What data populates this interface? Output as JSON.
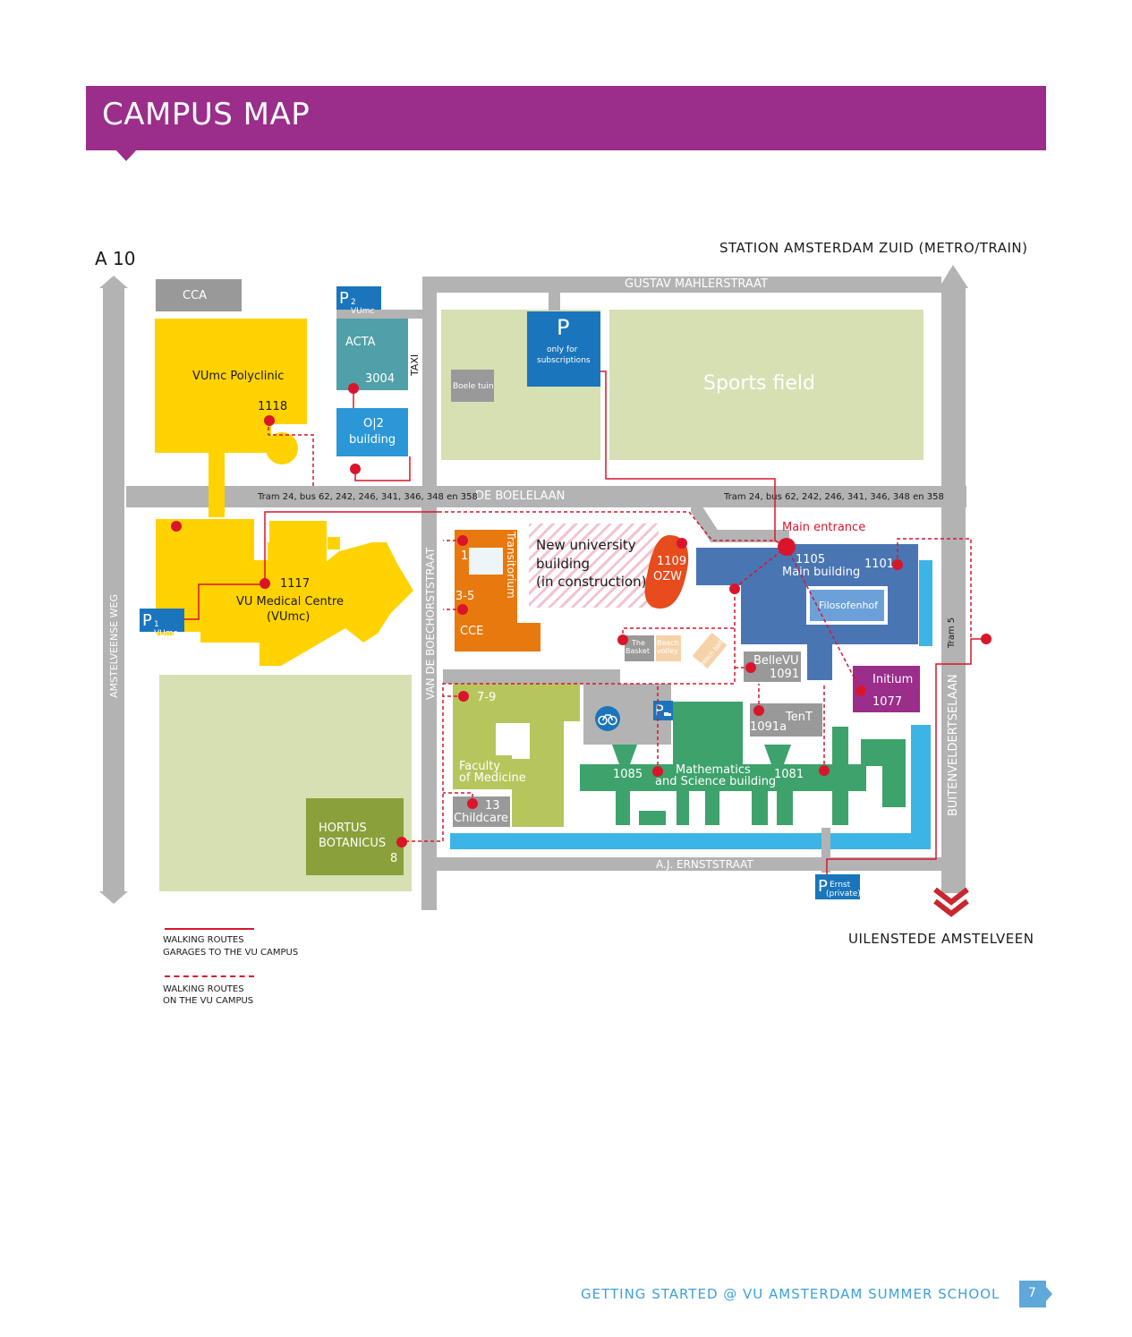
{
  "header": {
    "title": "CAMPUS MAP"
  },
  "map": {
    "a10": "A 10",
    "station": "STATION AMSTERDAM ZUID (METRO/TRAIN)",
    "uilenstede": "UILENSTEDE AMSTELVEEN",
    "streets": {
      "gustav": "GUSTAV MAHLERSTRAAT",
      "boelelaan": "DE BOELELAAN",
      "amstelveense": "AMSTELVEENSE WEG",
      "boechorst": "VAN DE BOECHORSTSTRAAT",
      "buitenveldert": "BUITENVELDERTSELAAN",
      "ernst": "A.J. ERNSTSTRAAT",
      "taxi": "TAXI",
      "tram5": "Tram 5"
    },
    "tram_left": "Tram 24, bus 62, 242, 246, 341, 346, 348 en 358",
    "tram_right": "Tram 24, bus 62, 242, 246, 341, 346, 348 en 358",
    "main_entrance": "Main entrance",
    "buildings": {
      "cca": "CCA",
      "p2_letter": "P",
      "p2_sub": "2 VUmc",
      "acta": "ACTA",
      "acta_num": "3004",
      "o2_line1": "O|2",
      "o2_line2": "building",
      "polyclinic": "VUmc Polyclinic",
      "poly_num": "1118",
      "p_letter": "P",
      "p_sub1": "only for",
      "p_sub2": "subscriptions",
      "boele": "Boele tuin",
      "sports": "Sports field",
      "vumc_num": "1117",
      "vumc_line1": "VU Medical Centre",
      "vumc_line2": "(VUmc)",
      "p1_letter": "P",
      "p1_sub": "1 VUmc",
      "trans_num1": "1",
      "transitorium": "Transitorium",
      "trans_num2": "3-5",
      "cce": "CCE",
      "new_line1": "New university",
      "new_line2": "building",
      "new_line3": "(in construction)",
      "ozw_num": "1109",
      "ozw": "OZW",
      "main_num": "1105",
      "main_label": "Main building",
      "num_1101": "1101",
      "filosofenhof": "Filosofenhof",
      "basket1": "The",
      "basket2": "Basket",
      "beach1": "Beach",
      "beach2": "volley",
      "beach_ball": "Beach ball",
      "bellevu": "BelleVU",
      "bellevu_num": "1091",
      "initium": "Initium",
      "initium_num": "1077",
      "tent": "TenT",
      "tent_num": "1091a",
      "fom_num": "7-9",
      "fom_line1": "Faculty",
      "fom_line2": "of Medicine",
      "childcare_num": "13",
      "childcare": "Childcare",
      "math_line1": "Mathematics",
      "math_line2": "and Science building",
      "math_num1": "1085",
      "math_num2": "1081",
      "p_truck": "P",
      "hortus1": "HORTUS",
      "hortus2": "BOTANICUS",
      "hortus_num": "8",
      "pernst_letter": "P",
      "pernst_sub1": "Ernst",
      "pernst_sub2": "(private)"
    }
  },
  "legend": {
    "solid_line1": "WALKING ROUTES",
    "solid_line2": "GARAGES TO THE VU CAMPUS",
    "dashed_line1": "WALKING ROUTES",
    "dashed_line2": "ON THE VU CAMPUS"
  },
  "footer": {
    "text": "GETTING STARTED @ VU AMSTERDAM SUMMER SCHOOL",
    "page": "7"
  },
  "colors": {
    "header": "#9b2d8b",
    "vumc": "#ffd200",
    "orange": "#e8790f",
    "blue_main": "#4a75b3",
    "green_math": "#3da26b",
    "green_light": "#d6e0b3",
    "green_fom": "#b6c65d",
    "hortus": "#8aa03a",
    "water": "#3cb4e6",
    "route": "#d9152c"
  }
}
